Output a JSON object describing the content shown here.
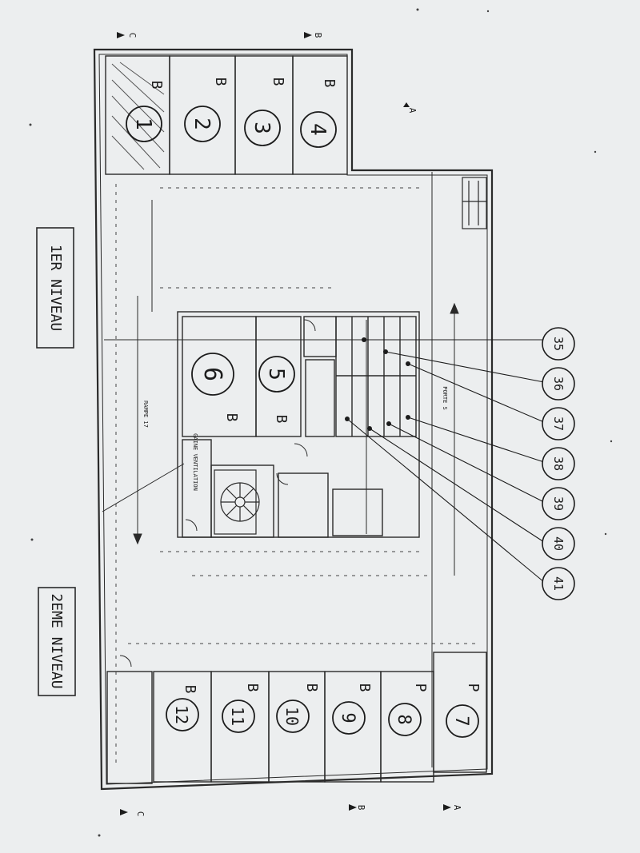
{
  "levels": {
    "first": "1ER NIVEAU",
    "second": "2EME NIVEAU"
  },
  "section_marks": {
    "top_left": "C",
    "top_mid": "B",
    "top_arrow": "A",
    "bottom_left": "C",
    "bottom_mid": "B",
    "bottom_right": "A"
  },
  "garages_top": [
    {
      "num": "1",
      "tag": "B"
    },
    {
      "num": "2",
      "tag": "B"
    },
    {
      "num": "3",
      "tag": "B"
    },
    {
      "num": "4",
      "tag": "B"
    }
  ],
  "garages_middle": [
    {
      "num": "6",
      "tag": "B"
    },
    {
      "num": "5",
      "tag": "B"
    }
  ],
  "garages_bottom": [
    {
      "num": "12",
      "tag": "B"
    },
    {
      "num": "11",
      "tag": "B"
    },
    {
      "num": "10",
      "tag": "B"
    },
    {
      "num": "9",
      "tag": "B"
    },
    {
      "num": "8",
      "tag": "P"
    },
    {
      "num": "7",
      "tag": "P"
    }
  ],
  "cellars": [
    "35",
    "36",
    "37",
    "38",
    "39",
    "40",
    "41"
  ],
  "room_labels": {
    "ventilation": "GAINE VENTILATION",
    "ramp_left": "RAMPE 17",
    "ramp_right": "PORTE S"
  },
  "colors": {
    "paper": "#eceeef",
    "ink": "#1c1c1c"
  }
}
